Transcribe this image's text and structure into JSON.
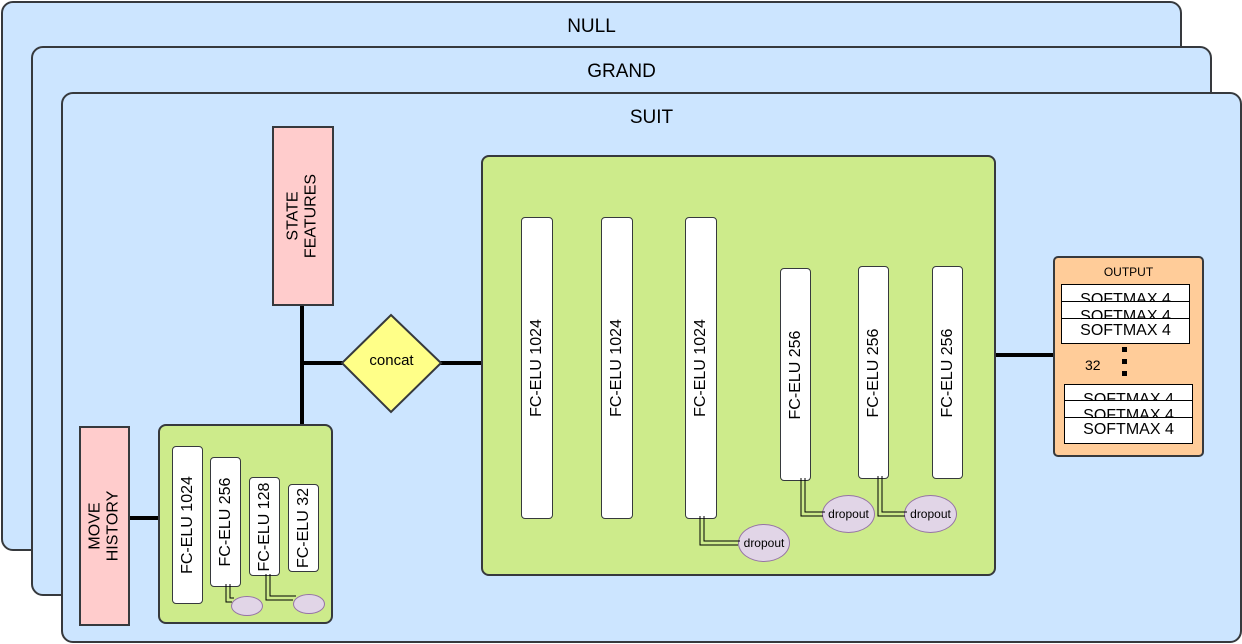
{
  "panels": {
    "null_label": "NULL",
    "grand_label": "GRAND",
    "suit_label": "SUIT"
  },
  "inputs": {
    "state_features": "STATE\nFEATURES",
    "move_history": "MOVE\nHISTORY"
  },
  "move_history_encoder": {
    "layers": [
      "FC-ELU 1024",
      "FC-ELU 256",
      "FC-ELU 128",
      "FC-ELU 32"
    ]
  },
  "concat_label": "concat",
  "main_network": {
    "layers": [
      "FC-ELU 1024",
      "FC-ELU 1024",
      "FC-ELU 1024",
      "FC-ELU 256",
      "FC-ELU 256",
      "FC-ELU 256"
    ],
    "dropout_label": "dropout"
  },
  "output": {
    "title": "OUTPUT",
    "softmax_label": "SOFTMAX 4",
    "count": "32"
  },
  "colors": {
    "panel": "#cce5ff",
    "green": "#cdeb8b",
    "pink": "#ffcccc",
    "orange": "#ffcc99",
    "diamond": "#ffff88",
    "dropout": "#e1d5e7"
  }
}
